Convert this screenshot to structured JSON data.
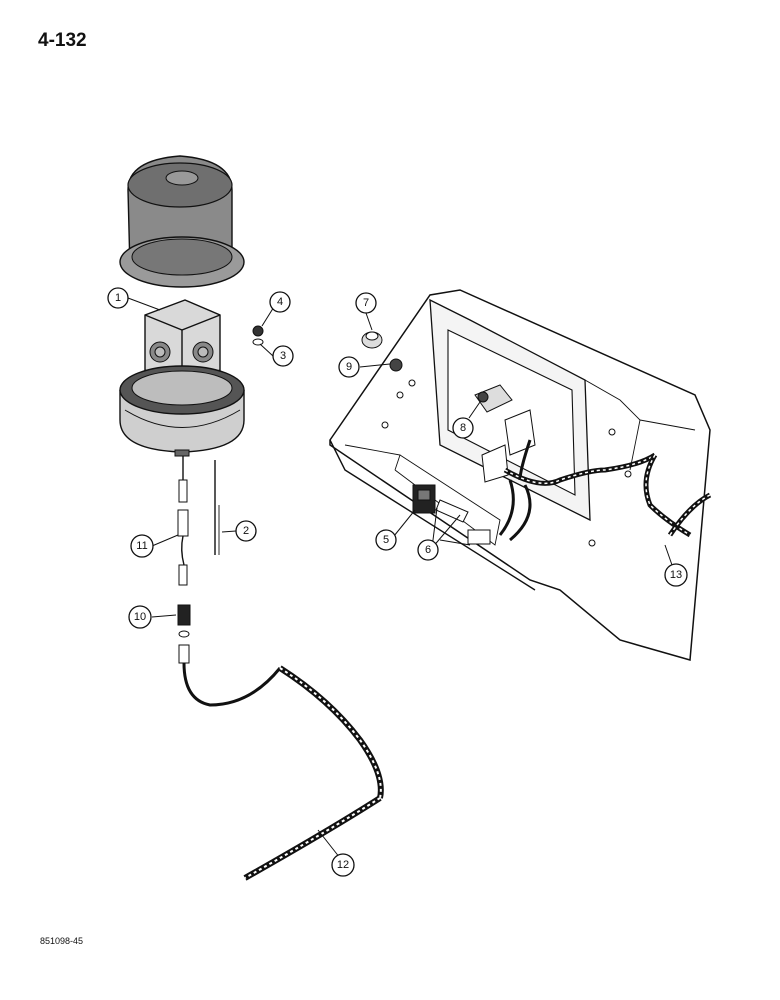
{
  "page": {
    "number": "4-132",
    "figure_code": "851098-45"
  },
  "callouts": [
    "1",
    "2",
    "3",
    "4",
    "5",
    "6",
    "7",
    "8",
    "9",
    "10",
    "11",
    "12",
    "13"
  ]
}
